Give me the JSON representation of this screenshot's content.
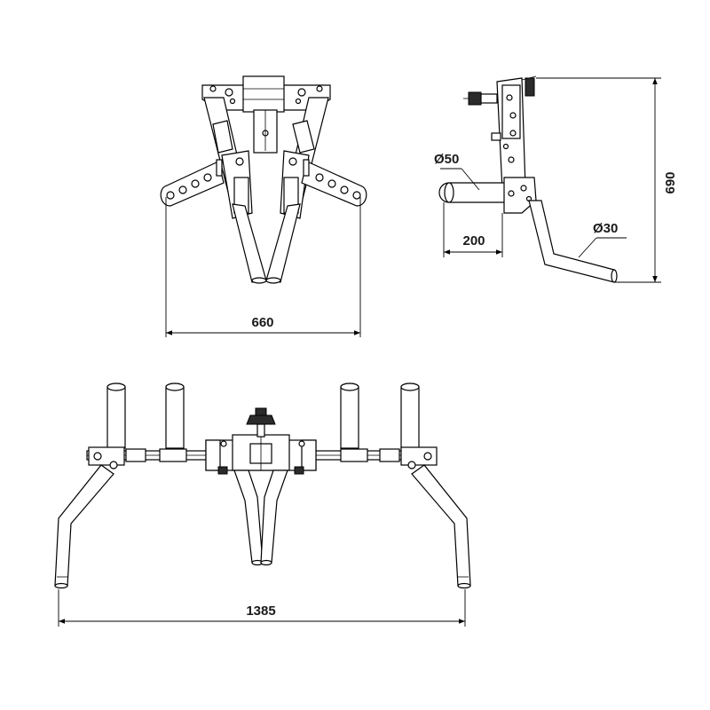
{
  "dimensions": {
    "top_view_width": "660",
    "side_view_height": "690",
    "side_handle_length": "200",
    "side_grip_diameter": "Ø50",
    "side_handle_diameter": "Ø30",
    "front_view_width": "1385"
  },
  "colors": {
    "line": "#000000",
    "fill": "#ffffff",
    "dark_part": "#2b2b2b"
  }
}
